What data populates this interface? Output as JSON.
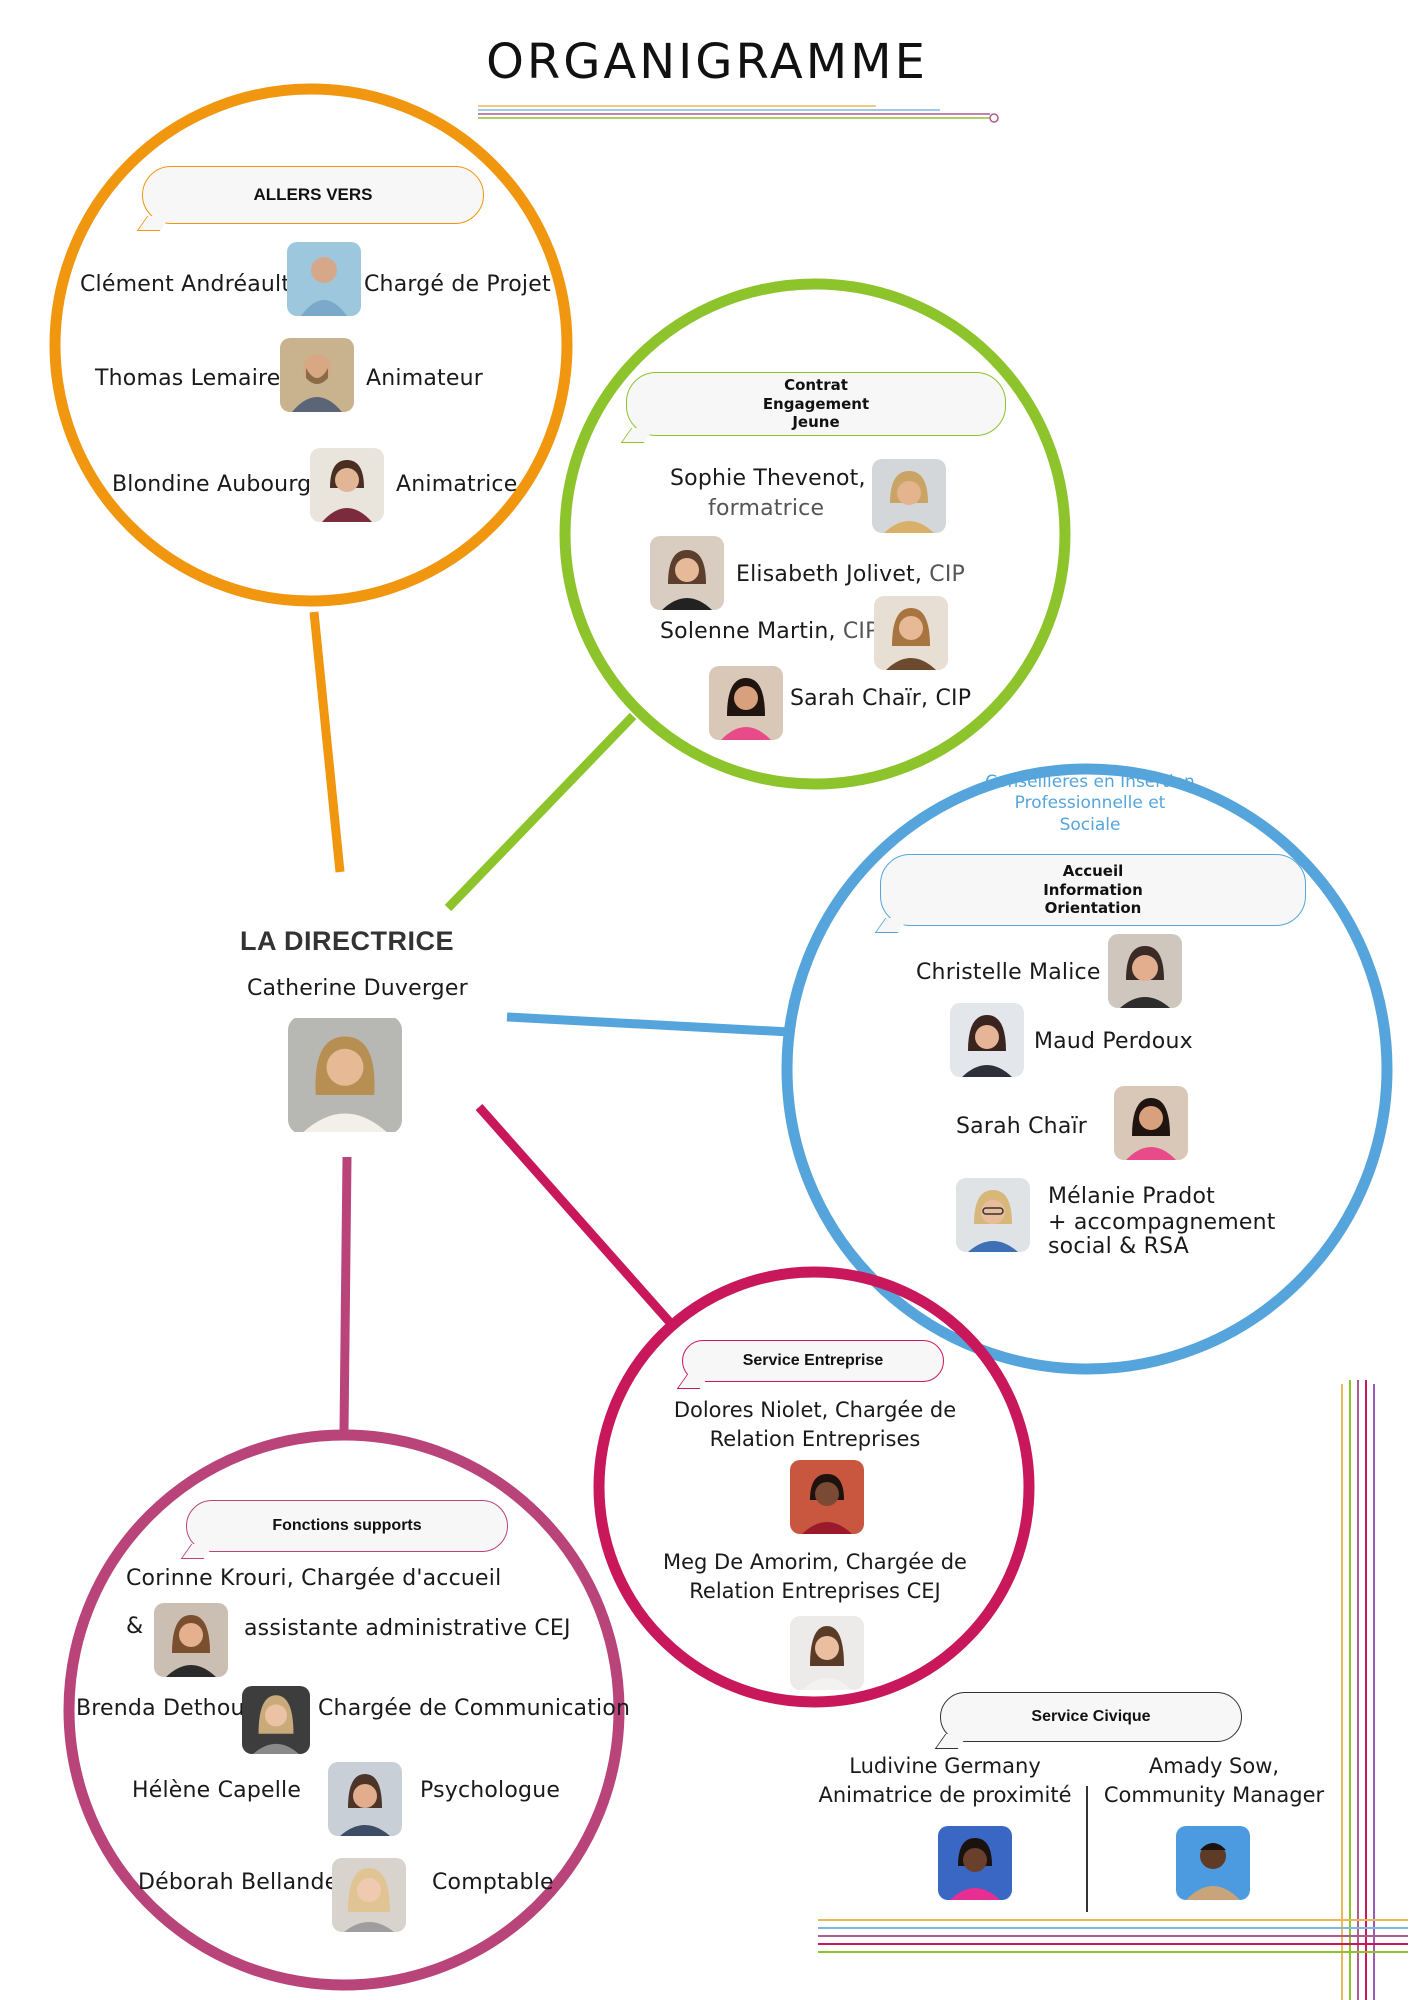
{
  "title": "ORGANIGRAMME",
  "colors": {
    "orange": "#f0960f",
    "green": "#8dc32b",
    "blue": "#55a5dc",
    "crimson": "#c8175a",
    "plum": "#b8447a"
  },
  "directrice": {
    "heading": "LA DIRECTRICE",
    "name": "Catherine Duverger"
  },
  "allers_vers": {
    "label": "ALLERS VERS",
    "members": [
      {
        "name": "Clément Andréault",
        "role": "Chargé de Projet"
      },
      {
        "name": "Thomas Lemaire",
        "role": "Animateur"
      },
      {
        "name": "Blondine Aubourg",
        "role": "Animatrice"
      }
    ]
  },
  "cej": {
    "label_line1": "Contrat",
    "label_line2": "Engagement",
    "label_line3": "Jeune",
    "members": [
      {
        "name": "Sophie Thevenot,",
        "role": "formatrice"
      },
      {
        "name": "Elisabeth Jolivet,",
        "role": " CIP"
      },
      {
        "name": "Solenne Martin,",
        "role": " CIP"
      },
      {
        "name": "Sarah Chaïr, CIP",
        "role": ""
      }
    ]
  },
  "aio": {
    "caption_line1": "Conseillères en Insertion",
    "caption_line2": "Professionnelle et",
    "caption_line3": "Sociale",
    "label_line1": "Accueil",
    "label_line2": "Information",
    "label_line3": "Orientation",
    "members": [
      {
        "name": "Christelle Malice"
      },
      {
        "name": "Maud Perdoux"
      },
      {
        "name": "Sarah Chaïr"
      },
      {
        "name": "Mélanie Pradot",
        "extra1": "+  accompagnement",
        "extra2": "social & RSA"
      }
    ]
  },
  "service_entreprise": {
    "label": "Service Entreprise",
    "members": [
      {
        "line1": "Dolores Niolet, Chargée de",
        "line2": "Relation Entreprises"
      },
      {
        "line1": "Meg De Amorim, Chargée de",
        "line2": "Relation Entreprises CEJ"
      }
    ]
  },
  "fonctions_supports": {
    "label": "Fonctions supports",
    "members": [
      {
        "name": "Corinne Krouri, Chargée d'accueil",
        "amp": "&",
        "role": "assistante administrative CEJ"
      },
      {
        "name": "Brenda Dethou",
        "role": "Chargée de Communication"
      },
      {
        "name": "Hélène Capelle",
        "role": "Psychologue"
      },
      {
        "name": "Déborah Bellande",
        "role": "Comptable"
      }
    ]
  },
  "service_civique": {
    "label": "Service Civique",
    "members": [
      {
        "line1": "Ludivine Germany",
        "line2": "Animatrice de proximité"
      },
      {
        "line1": "Amady Sow,",
        "line2": "Community Manager"
      }
    ]
  }
}
